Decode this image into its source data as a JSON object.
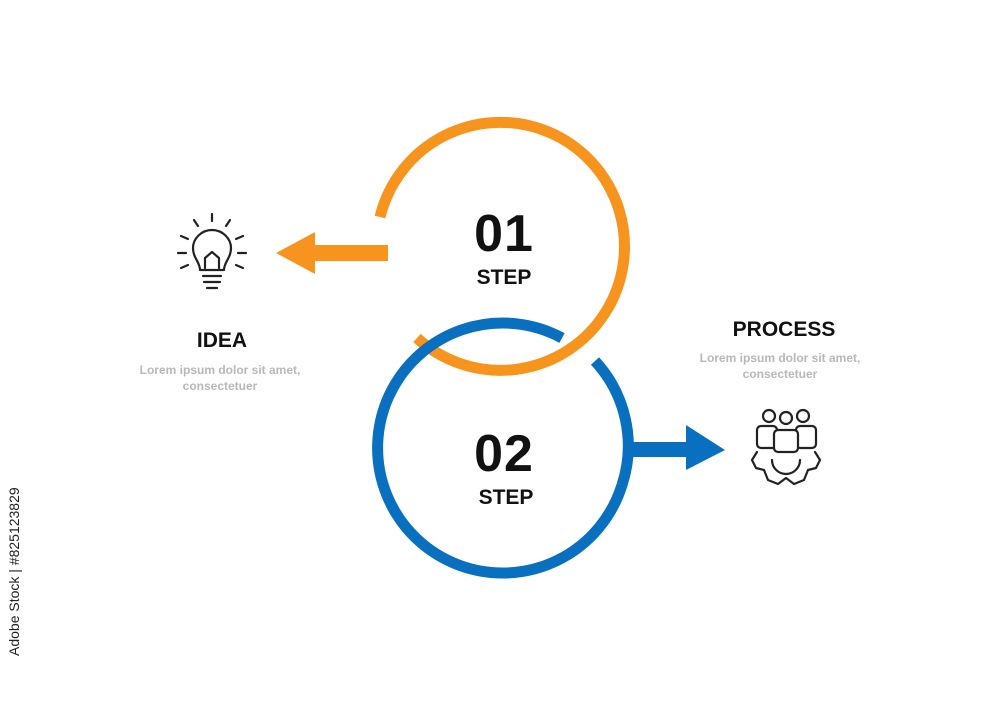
{
  "steps": [
    {
      "number": "01",
      "label": "STEP",
      "color": "#F7941D"
    },
    {
      "number": "02",
      "label": "STEP",
      "color": "#0870BE"
    }
  ],
  "idea": {
    "title": "IDEA",
    "desc_line1": "Lorem ipsum dolor sit amet,",
    "desc_line2": "consectetuer",
    "icon": "lightbulb-icon"
  },
  "process": {
    "title": "PROCESS",
    "desc_line1": "Lorem ipsum dolor sit amet,",
    "desc_line2": "consectetuer",
    "icon": "team-gear-icon"
  },
  "watermark": {
    "stock_id": "Adobe Stock | #825123829"
  }
}
